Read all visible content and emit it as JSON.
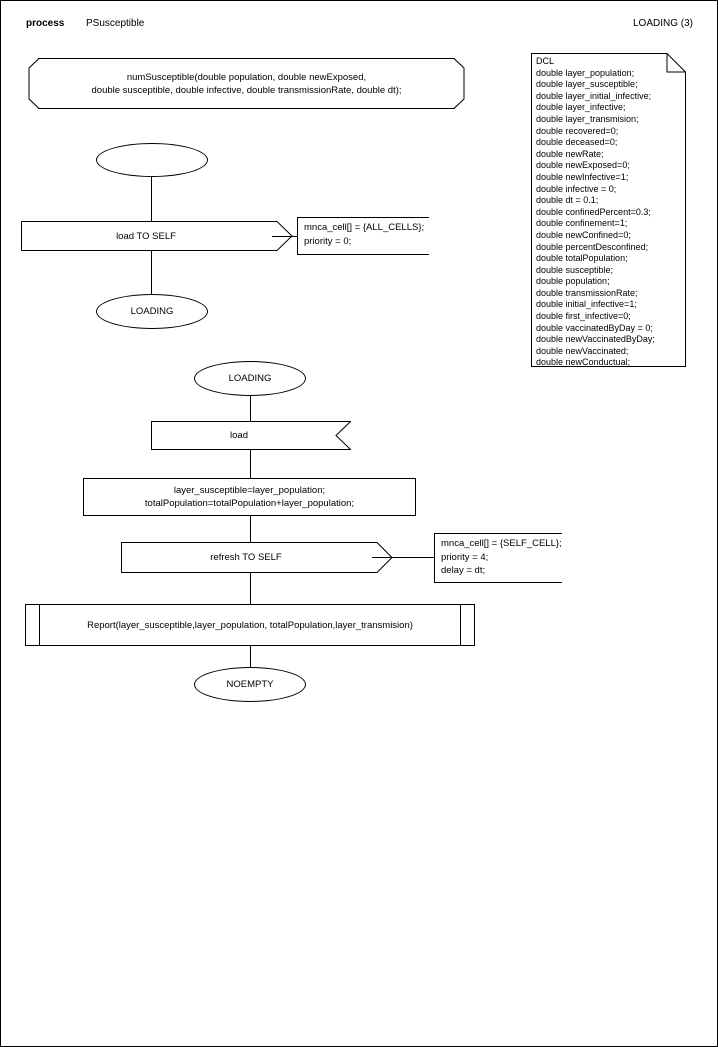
{
  "header": {
    "kind": "process",
    "name": "PSusceptible",
    "page_label": "LOADING (3)"
  },
  "diagram": {
    "macro_definition": {
      "text": "numSusceptible(double population, double newExposed,\ndouble susceptible, double infective, double transmissionRate, double dt);"
    },
    "start_state": {
      "label": ""
    },
    "output_load": {
      "label": "load TO SELF"
    },
    "output_load_comment": {
      "text": "mnca_cell[] = {ALL_CELLS};\npriority = 0;"
    },
    "state_loading_1": {
      "label": "LOADING"
    },
    "state_loading_2": {
      "label": "LOADING"
    },
    "input_load": {
      "label": "load"
    },
    "task_assign": {
      "text": "layer_susceptible=layer_population;\ntotalPopulation=totalPopulation+layer_population;"
    },
    "output_refresh": {
      "label": "refresh TO SELF"
    },
    "output_refresh_comment": {
      "text": "mnca_cell[] = {SELF_CELL};\npriority = 4;\ndelay = dt;"
    },
    "procedure_call_report": {
      "label": "Report(layer_susceptible,layer_population, totalPopulation,layer_transmision)"
    },
    "state_noempty": {
      "label": "NOEMPTY"
    },
    "dcl_note": {
      "title": "DCL",
      "declarations": [
        "double layer_population;",
        "double layer_susceptible;",
        "double layer_initial_infective;",
        "double layer_infective;",
        "double layer_transmision;",
        "double recovered=0;",
        "double deceased=0;",
        "double newRate;",
        "double newExposed=0;",
        "double newInfective=1;",
        "double infective = 0;",
        "double dt = 0.1;",
        "double confinedPercent=0.3;",
        "double confinement=1;",
        "double newConfined=0;",
        "double percentDesconfined;",
        "double totalPopulation;",
        "double susceptible;",
        "double population;",
        "double transmissionRate;",
        "double initial_infective=1;",
        "double first_infective=0;",
        "double vaccinatedByDay = 0;",
        "double newVaccinatedByDay;",
        "double newVaccinated;",
        "double newConductual;"
      ],
      "full_text": "DCL\ndouble layer_population;\ndouble layer_susceptible;\ndouble layer_initial_infective;\ndouble layer_infective;\ndouble layer_transmision;\ndouble recovered=0;\ndouble deceased=0;\ndouble newRate;\ndouble newExposed=0;\ndouble newInfective=1;\ndouble infective = 0;\ndouble dt = 0.1;\ndouble confinedPercent=0.3;\ndouble confinement=1;\ndouble newConfined=0;\ndouble percentDesconfined;\ndouble totalPopulation;\ndouble susceptible;\ndouble population;\ndouble transmissionRate;\ndouble initial_infective=1;\ndouble first_infective=0;\ndouble vaccinatedByDay = 0;\ndouble newVaccinatedByDay;\ndouble newVaccinated;\ndouble newConductual;"
    }
  },
  "colors": {
    "stroke": "#000000",
    "background": "#ffffff",
    "text": "#000000"
  }
}
